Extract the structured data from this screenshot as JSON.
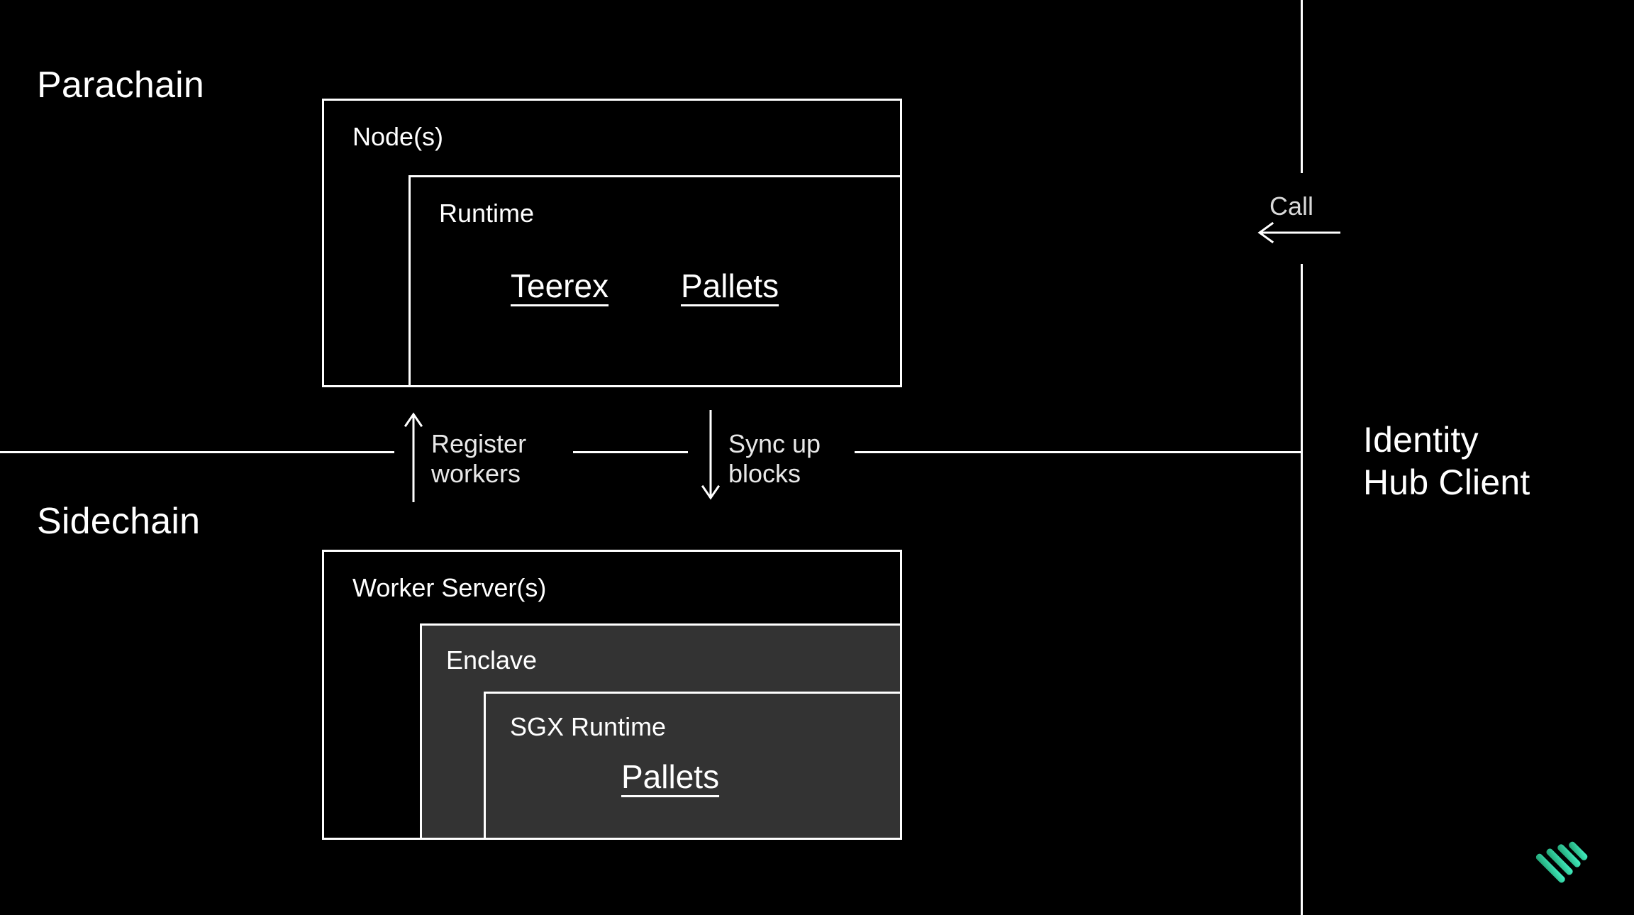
{
  "diagram": {
    "background_color": "#000000",
    "line_color": "#ffffff",
    "fill_color": "#333333",
    "sections": {
      "top_label": "Parachain",
      "bottom_label": "Sidechain",
      "right_label_line1": "Identity",
      "right_label_line2": "Hub Client"
    },
    "parachain": {
      "outer_box_title": "Node(s)",
      "inner_box_title": "Runtime",
      "pallets": [
        {
          "label": "Teerex"
        },
        {
          "label": "Pallets"
        }
      ]
    },
    "sidechain": {
      "outer_box_title": "Worker Server(s)",
      "middle_box_title": "Enclave",
      "inner_box_title": "SGX Runtime",
      "pallets": [
        {
          "label": "Pallets"
        }
      ]
    },
    "connectors": {
      "register_workers": {
        "label": "Register\nworkers",
        "direction": "up"
      },
      "sync_up_blocks": {
        "label": "Sync up\nblocks",
        "direction": "down"
      },
      "call": {
        "label": "Call",
        "direction": "left"
      }
    },
    "logo": {
      "name": "litentry-logo",
      "color_start": "#1f9e6e",
      "color_end": "#3ff0c0"
    }
  }
}
